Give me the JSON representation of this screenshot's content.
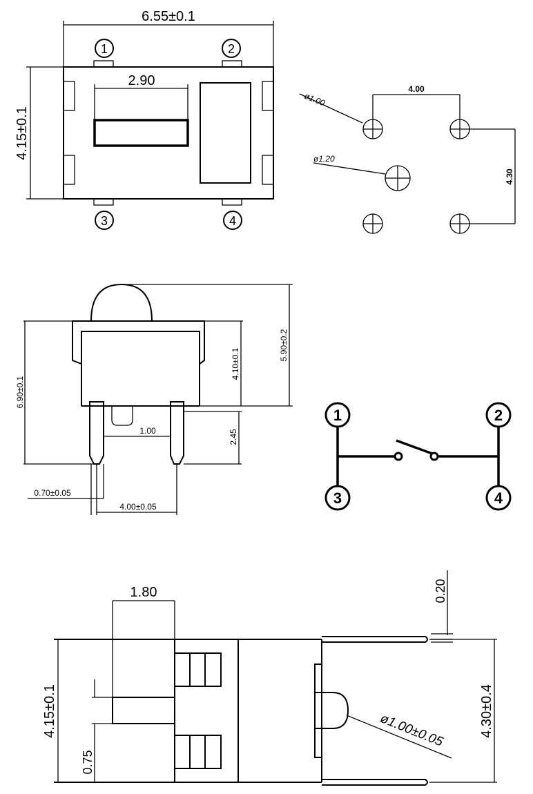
{
  "top_view": {
    "width_dim": "6.55±0.1",
    "height_dim": "4.15±0.1",
    "button_width_dim": "2.90",
    "pins": [
      "1",
      "2",
      "3",
      "4"
    ]
  },
  "pcb_layout": {
    "hole_small_dim": "ø1.00",
    "hole_large_dim": "ø1.20",
    "pitch_x_dim": "4.00",
    "pitch_y_dim": "4.30"
  },
  "side_view": {
    "overall_height_dim": "6.90±0.1",
    "total_height_dim": "5.90±0.2",
    "body_height_dim": "4.10±0.1",
    "gap_dim": "1.00",
    "pin_length_dim": "2.45",
    "pin_width_dim": "0.70±0.05",
    "pin_pitch_dim": "4.00±0.05"
  },
  "schematic": {
    "pins": [
      "1",
      "2",
      "3",
      "4"
    ]
  },
  "end_view": {
    "width_dim": "1.80",
    "thickness_dim": "0.20",
    "height_dim": "4.15±0.1",
    "offset_dim": "0.75",
    "lead_height_dim": "4.30±0.4",
    "knob_dim": "ø1.00±0.05"
  }
}
